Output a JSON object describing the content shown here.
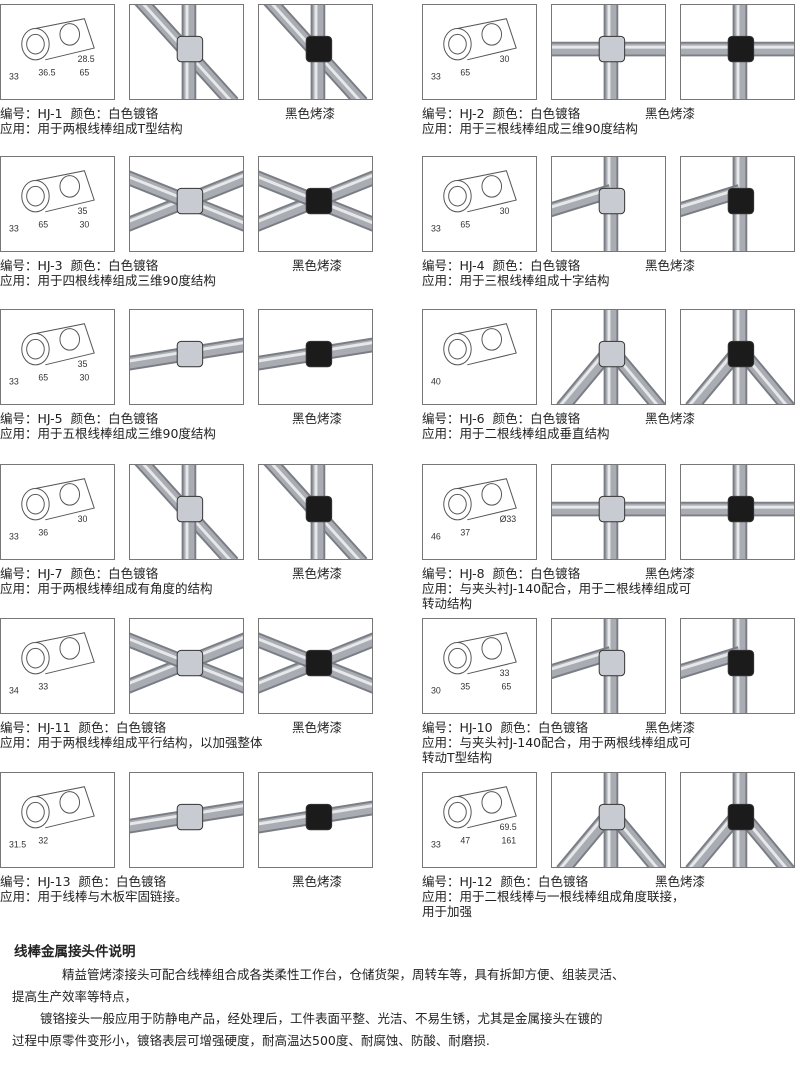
{
  "items": [
    {
      "code": "编号：HJ-1",
      "color_label": "颜色：白色镀铬",
      "black": "黑色烤漆",
      "use": "应用：用于两根线棒组成T型结构",
      "use2": "",
      "dims": [
        "33",
        "36.5",
        "28.5",
        "65"
      ]
    },
    {
      "code": "编号：HJ-2",
      "color_label": "颜色：白色镀铬",
      "black": "黑色烤漆",
      "use": "应用：用于三根线棒组成三维90度结构",
      "use2": "",
      "dims": [
        "33",
        "65",
        "30"
      ]
    },
    {
      "code": "编号：HJ-3",
      "color_label": "颜色：白色镀铬",
      "black": "黑色烤漆",
      "use": "应用：用于四根线棒组成三维90度结构",
      "use2": "",
      "dims": [
        "33",
        "65",
        "35",
        "30"
      ]
    },
    {
      "code": "编号：HJ-4",
      "color_label": "颜色：白色镀铬",
      "black": "黑色烤漆",
      "use": "应用：用于三根线棒组成十字结构",
      "use2": "",
      "dims": [
        "33",
        "65",
        "30"
      ]
    },
    {
      "code": "编号：HJ-5",
      "color_label": "颜色：白色镀铬",
      "black": "黑色烤漆",
      "use": "应用：用于五根线棒组成三维90度结构",
      "use2": "",
      "dims": [
        "33",
        "65",
        "35",
        "30"
      ]
    },
    {
      "code": "编号：HJ-6",
      "color_label": "颜色：白色镀铬",
      "black": "黑色烤漆",
      "use": "应用：用于二根线棒组成垂直结构",
      "use2": "",
      "dims": [
        "40"
      ]
    },
    {
      "code": "编号：HJ-7",
      "color_label": "颜色：白色镀铬",
      "black": "黑色烤漆",
      "use": "应用：用于两根线棒组成有角度的结构",
      "use2": "",
      "dims": [
        "33",
        "36",
        "30"
      ]
    },
    {
      "code": "编号：HJ-8",
      "color_label": "颜色：白色镀铬",
      "black": "黑色烤漆",
      "use": "应用：与夹头衬J-140配合，用于二根线棒组成可",
      "use2": "转动结构",
      "dims": [
        "46",
        "37",
        "Ø33"
      ]
    },
    {
      "code": "编号：HJ-11",
      "color_label": "颜色：白色镀铬",
      "black": "黑色烤漆",
      "use": "应用：用于两根线棒组成平行结构，以加强整体",
      "use2": "",
      "dims": [
        "34",
        "33"
      ]
    },
    {
      "code": "编号：HJ-10",
      "color_label": "颜色：白色镀铬",
      "black": "黑色烤漆",
      "use": "应用：与夹头衬J-140配合，用于两根线棒组成可",
      "use2": "转动T型结构",
      "dims": [
        "30",
        "35",
        "33",
        "65"
      ]
    },
    {
      "code": "编号：HJ-13",
      "color_label": "颜色：白色镀铬",
      "black": "黑色烤漆",
      "use": "应用：用于线棒与木板牢固链接。",
      "use2": "",
      "dims": [
        "31.5",
        "32"
      ]
    },
    {
      "code": "编号：HJ-12",
      "color_label": "颜色：白色镀铬",
      "black": "黑色烤漆",
      "use": "应用：用于二根线棒与一根线棒组成角度联接，",
      "use2": "用于加强",
      "dims": [
        "33",
        "47",
        "69.5",
        "161"
      ]
    }
  ],
  "section": {
    "title": "线棒金属接头件说明",
    "p1a": "精益管烤漆接头可配合线棒组合成各类柔性工作台，仓储货架，周转车等，具有拆卸方便、组装灵活、",
    "p1b": "提高生产效率等特点，",
    "p2a": "镀铬接头一般应用于防静电产品，经处理后，工件表面平整、光洁、不易生锈，尤其是金属接头在镀的",
    "p2b": "过程中原零件变形小，镀铬表层可增强硬度，耐高温达500度、耐腐蚀、防酸、耐磨损."
  },
  "colors": {
    "chrome": "#c8ccd2",
    "black_paint": "#1b1b1b",
    "tube": "#a9adb3",
    "drawing": "#555555"
  }
}
